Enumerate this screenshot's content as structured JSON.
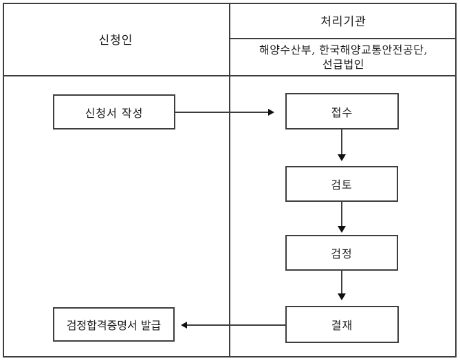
{
  "columns": {
    "applicant": {
      "title": "신청인"
    },
    "agency": {
      "title": "처리기관",
      "subtitle_line1": "해양수산부,  한국해양교통안전공단,",
      "subtitle_line2": "선급법인"
    }
  },
  "nodes": {
    "write_application": {
      "label": "신청서 작성"
    },
    "receipt": {
      "label": "접수"
    },
    "review": {
      "label": "검토"
    },
    "verification": {
      "label": "검정"
    },
    "approval": {
      "label": "결재"
    },
    "issue_certificate": {
      "label": "검정합격증명서 발급"
    }
  },
  "colors": {
    "line": "#3d3d3d",
    "text": "#1a1a1a",
    "arrow": "#101010",
    "background": "#ffffff"
  }
}
